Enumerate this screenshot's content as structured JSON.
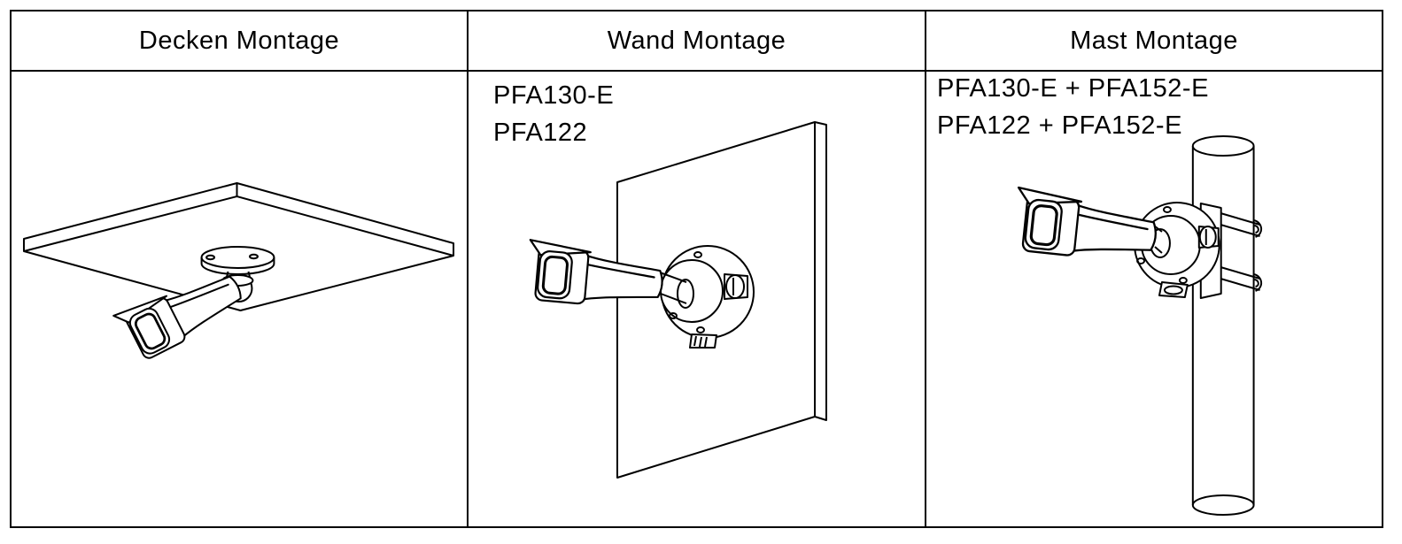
{
  "table": {
    "columns": [
      {
        "header": "Decken Montage",
        "labels": []
      },
      {
        "header": "Wand Montage",
        "labels": [
          "PFA130-E",
          "PFA122"
        ]
      },
      {
        "header": "Mast Montage",
        "labels": [
          "PFA130-E + PFA152-E",
          "PFA122 + PFA152-E"
        ]
      }
    ]
  },
  "colors": {
    "ink": "#000000",
    "background": "#ffffff"
  }
}
